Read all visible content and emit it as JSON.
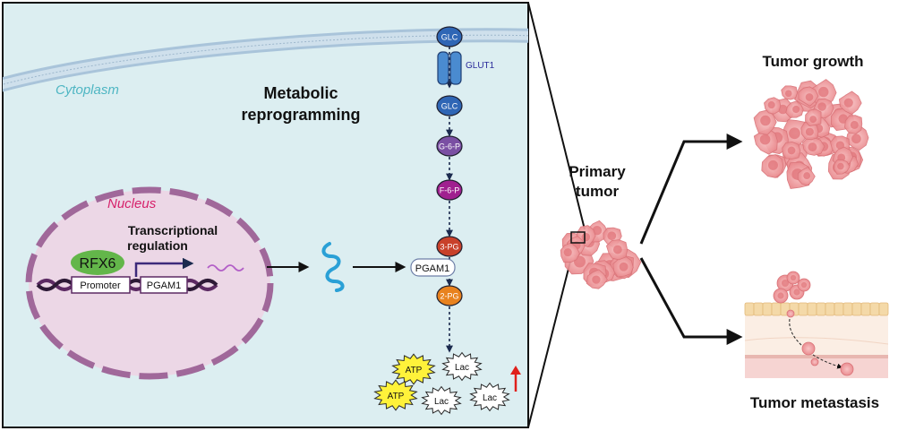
{
  "labels": {
    "cytoplasm": "Cytoplasm",
    "metabolic_line1": "Metabolic",
    "metabolic_line2": "reprogramming",
    "nucleus": "Nucleus",
    "transcriptional_line1": "Transcriptional",
    "transcriptional_line2": "regulation",
    "rfx6": "RFX6",
    "promoter": "Promoter",
    "pgam1_gene": "PGAM1",
    "pgam1_enzyme": "PGAM1",
    "glut1": "GLUT1",
    "primary_line1": "Primary",
    "primary_line2": "tumor",
    "tumor_growth": "Tumor growth",
    "tumor_metastasis": "Tumor metastasis"
  },
  "pathway": [
    {
      "label": "GLC",
      "color": "#2f66b5"
    },
    {
      "label": "GLC",
      "color": "#2f66b5"
    },
    {
      "label": "G-6-P",
      "color": "#7a4fa3"
    },
    {
      "label": "F-6-P",
      "color": "#a0208f"
    },
    {
      "label": "3-PG",
      "color": "#c8412a"
    },
    {
      "label": "2-PG",
      "color": "#e8821e"
    }
  ],
  "products": [
    {
      "label": "ATP",
      "type": "atp"
    },
    {
      "label": "Lac",
      "type": "lac"
    },
    {
      "label": "ATP",
      "type": "atp"
    },
    {
      "label": "Lac",
      "type": "lac"
    },
    {
      "label": "Lac",
      "type": "lac"
    }
  ],
  "colors": {
    "panel_bg": "#dceef1",
    "nucleus_fill": "#ecd7e6",
    "nucleus_border": "#a0689a",
    "rfx6_fill": "#63b64a",
    "tumor_fill": "#f2a3a6",
    "accent_red": "#e0201b",
    "cytoplasm_text": "#4fb6c3",
    "nucleus_text": "#d6216b"
  }
}
